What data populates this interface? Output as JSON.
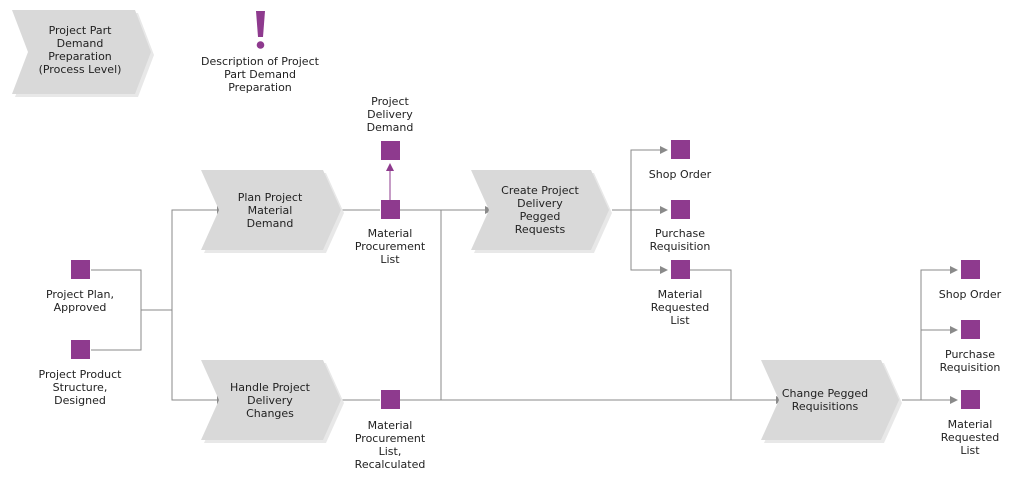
{
  "colors": {
    "process_fill": "#d9d9d9",
    "process_shadow": "#e8e8e8",
    "object_fill": "#8e3a8e",
    "connector": "#8a8a8a",
    "text": "#222222"
  },
  "header": {
    "process_level": [
      "Project Part",
      "Demand",
      "Preparation",
      "(Process Level)"
    ],
    "description": [
      "Description of Project",
      "Part Demand",
      "Preparation"
    ],
    "description_icon": "exclamation-icon"
  },
  "processes": {
    "plan_demand": [
      "Plan Project",
      "Material",
      "Demand"
    ],
    "handle_changes": [
      "Handle Project",
      "Delivery",
      "Changes"
    ],
    "create_requests": [
      "Create Project",
      "Delivery",
      "Pegged",
      "Requests"
    ],
    "change_requisitions": [
      "Change Pegged",
      "Requisitions"
    ]
  },
  "objects": {
    "plan_approved": [
      "Project Plan,",
      "Approved"
    ],
    "structure_designed": [
      "Project Product",
      "Structure,",
      "Designed"
    ],
    "delivery_demand": [
      "Project",
      "Delivery",
      "Demand"
    ],
    "procurement_list": [
      "Material",
      "Procurement",
      "List"
    ],
    "procurement_list_recalc": [
      "Material",
      "Procurement",
      "List,",
      "Recalculated"
    ],
    "shop_order_1": [
      "Shop Order"
    ],
    "purchase_req_1": [
      "Purchase",
      "Requisition"
    ],
    "material_req_list_1": [
      "Material",
      "Requested",
      "List"
    ],
    "shop_order_2": [
      "Shop Order"
    ],
    "purchase_req_2": [
      "Purchase",
      "Requisition"
    ],
    "material_req_list_2": [
      "Material",
      "Requested",
      "List"
    ]
  }
}
